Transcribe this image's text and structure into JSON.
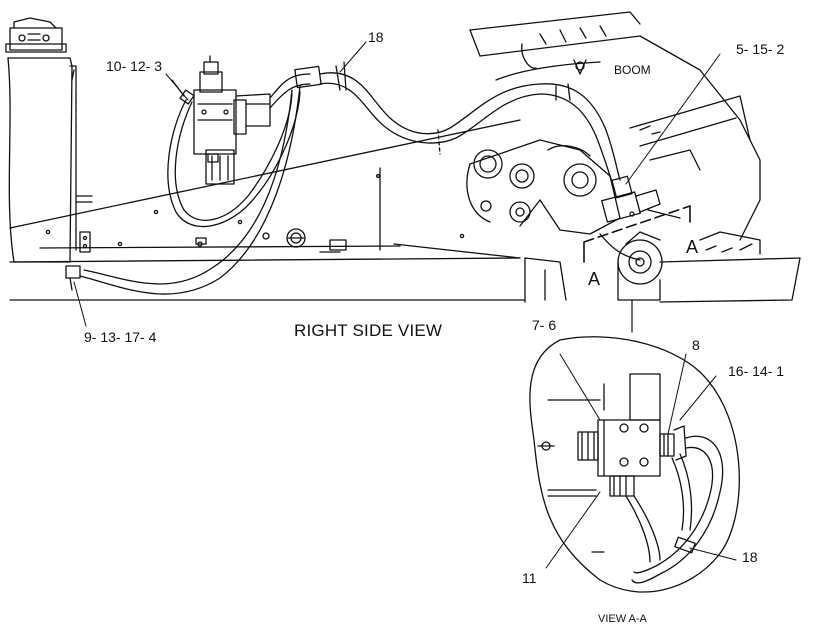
{
  "drawing": {
    "view_title": "RIGHT SIDE VIEW",
    "detail_title": "VIEW A-A",
    "boom_label": "BOOM",
    "section_letter_left": "A",
    "section_letter_right": "A"
  },
  "callouts": {
    "top_18": "18",
    "pump": "10- 12- 3",
    "boom_valve": "5- 15- 2",
    "frame_fitting": "9- 13- 17- 4",
    "detail_7_6": "7- 6",
    "detail_8": "8",
    "detail_16_14_1": "16- 14- 1",
    "detail_11": "11",
    "detail_18": "18"
  }
}
